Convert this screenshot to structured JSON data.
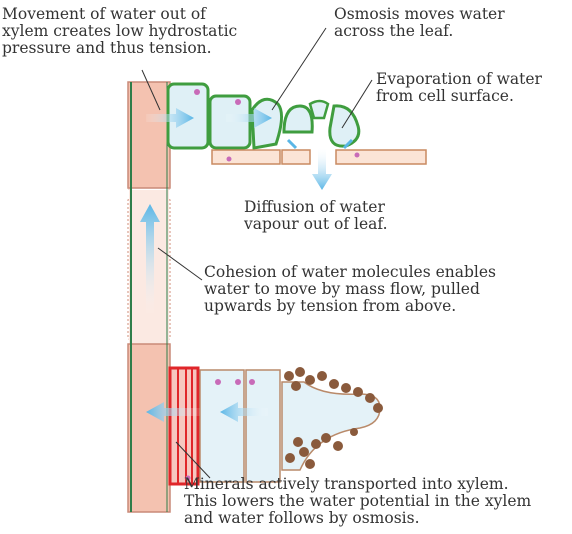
{
  "labels": {
    "xylem_tension": "Movement of water out of\nxylem creates low hydrostatic\npressure and thus tension.",
    "osmosis_leaf": "Osmosis moves water\nacross the leaf.",
    "evaporation": "Evaporation of water\nfrom cell surface.",
    "diffusion": "Diffusion of water\nvapour out of leaf.",
    "cohesion": "Cohesion of water molecules enables\nwater to move by mass flow, pulled\nupwards by tension from above.",
    "minerals": "Minerals actively transported into xylem.\nThis lowers the water potential in the xylem\nand water follows by osmosis."
  },
  "colors": {
    "xylem": "#f4c2b0",
    "xylem_edge": "#c98a78",
    "leaf_cell": "#3f9d3f",
    "root_cell": "#d9a27e",
    "casparian": "#e0262a",
    "water_arrow": "#5ab6e6",
    "soil": "#8a5a3c"
  }
}
